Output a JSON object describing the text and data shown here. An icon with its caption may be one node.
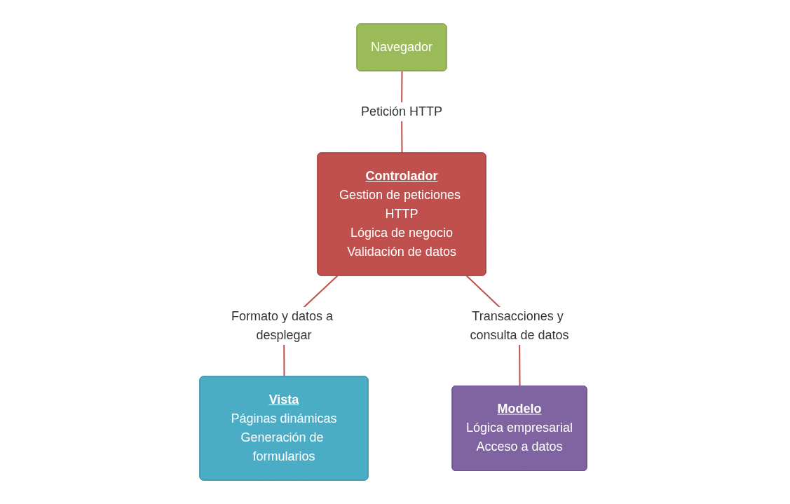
{
  "diagram": {
    "nodes": [
      {
        "text": [
          "Navegador"
        ]
      },
      {
        "text": [
          "Controlador",
          "Gestion de peticiones HTTP",
          "Lógica de negocio",
          "Validación de datos"
        ]
      },
      {
        "text": [
          "Vista",
          "Páginas dinámicas",
          "Generación de formularios"
        ]
      },
      {
        "text": [
          "Modelo",
          "Lógica empresarial",
          "Acceso a datos"
        ]
      }
    ],
    "edges": [
      {
        "from": 0,
        "to": 1,
        "arrow": "none",
        "label": "Petición HTTP"
      },
      {
        "from": 1,
        "to": 2,
        "arrow": "none",
        "label": "Formato y datos a desplegar"
      },
      {
        "from": 1,
        "to": 3,
        "arrow": "none",
        "label": "Transacciones y consulta de datos"
      }
    ]
  }
}
